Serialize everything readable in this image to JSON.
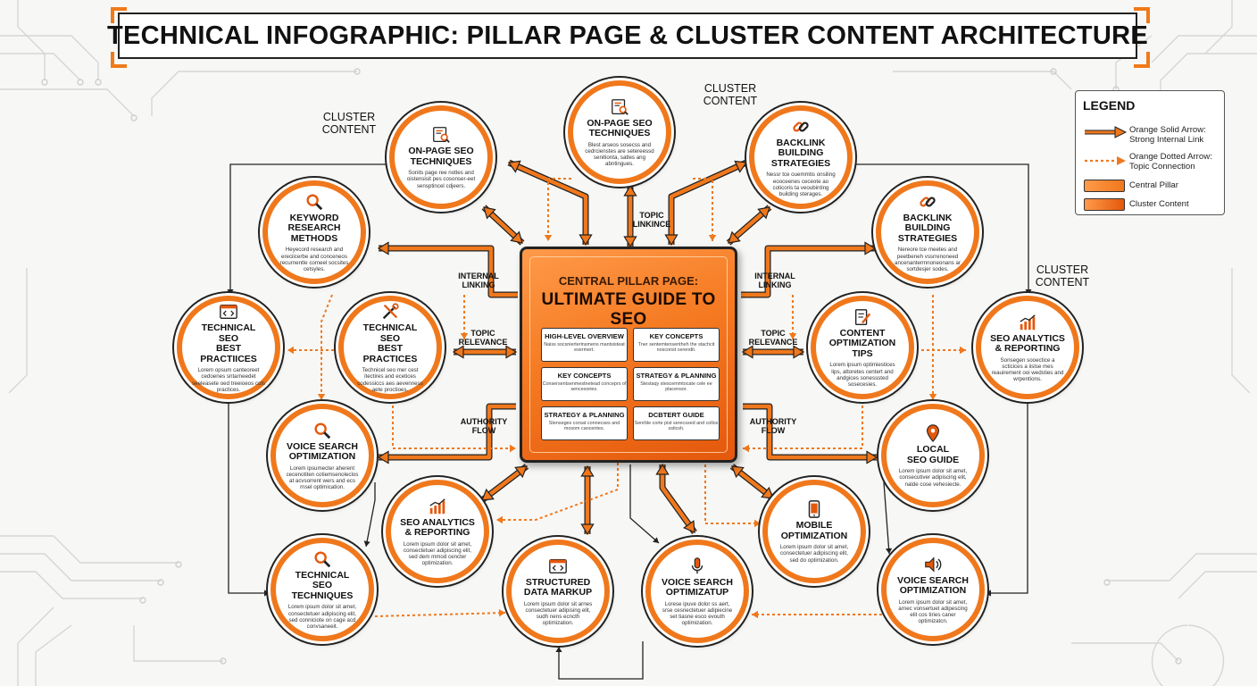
{
  "title": "TECHNICAL INFOGRAPHIC: PILLAR PAGE & CLUSTER CONTENT ARCHITECTURE",
  "colors": {
    "accent": "#f0781c",
    "pillar_light": "#ff9a4a",
    "pillar_dark": "#e4580c",
    "arrow": "#f0781c",
    "line": "#222222"
  },
  "pillar": {
    "subtitle": "CENTRAL PILLAR PAGE:",
    "title": "ULTIMATE GUIDE TO SEO",
    "cards": [
      {
        "title": "HIGH-LEVEL OVERVIEW",
        "desc": "Naiss socsnierterinsmens mantsisteat exermert."
      },
      {
        "title": "KEY CONCEPTS",
        "desc": "Tner sentemtensentheh the stachcit nosconst cerendit."
      },
      {
        "title": "KEY CONCEPTS",
        "desc": "Consersentsenmestnetead conceprs of sencesories."
      },
      {
        "title": "STRATEGY & PLANNING",
        "desc": "Stestaqy stescemmtocate cele ee placensor."
      },
      {
        "title": "STRATEGY & PLANNING",
        "desc": "Stenseges corsat connecses and mosom cancentes."
      },
      {
        "title": "DCBTERT GUIDE",
        "desc": "Senrble corte pist serecssed and collos ssticsh."
      }
    ]
  },
  "nodes": [
    {
      "id": "n1",
      "icon": "document-search-icon",
      "title": "ON-PAGE SEO\nTECHNIQUES",
      "desc": "Sonits page ree notles and oistensisit pes cosonser-eet sensptincel cdjeers."
    },
    {
      "id": "n2",
      "icon": "document-search-icon",
      "title": "ON-PAGE SEO\nTECHNIQUES",
      "desc": "Blest arseos sosecss and cedrcienstes are setereessd senitionta, satles ang abntingues."
    },
    {
      "id": "n3",
      "icon": "chain-link-icon",
      "title": "BACKLINK BUILDING\nSTRATEGIES",
      "desc": "Nessr tce ouemmtis onsiling eooceenes ceceote ao coticoris ta veoubinting building sterages."
    },
    {
      "id": "n4",
      "icon": "magnifier-icon",
      "title": "KEYWORD\nRESEARCH METHODS",
      "desc": "Heyecord research and ereciicerbe and conceneos recurnentle comeel socsites cetsyles."
    },
    {
      "id": "n5",
      "icon": "chain-link-icon",
      "title": "BACKLINK BUILDING\nSTRATEGIES",
      "desc": "Nereore tce meetes and peetbeneh vssrrenoneed ancenantermnoneonans ar sortdesjer sodes."
    },
    {
      "id": "n6",
      "icon": "code-window-icon",
      "title": "TECHNICAL SEO\nBEST PRACTIICES",
      "desc": "Lorem opsum canteoreet cedoenes sntarneedet seeleasete oed treeioeos cols practices."
    },
    {
      "id": "n7",
      "icon": "wrench-screwdriver-icon",
      "title": "TECHNICAL SEO\nBEST PRACTICES",
      "desc": "Technicel seo mer cest itectires and ecetices codessiccs aes aevenness aete proctioes."
    },
    {
      "id": "n8",
      "icon": "clipboard-pencil-icon",
      "title": "CONTENT\nOPTIMIZATION TIPS",
      "desc": "Lorem ipsum optimiestices lips, attoretes centert and andgices sonesssted sosecesies."
    },
    {
      "id": "n9",
      "icon": "bar-chart-icon",
      "title": "SEO ANALYTICS\n& REPORTING",
      "desc": "Sonsegen sooectice a scticices a iislse mes reauirement ooi wedsties and wrpentions."
    },
    {
      "id": "n10",
      "icon": "magnifier-icon",
      "title": "VOICE SEARCH\nOPTIMIZATION",
      "desc": "Lorem ipsumecter aherent cecenotiten cotiemsenoleclos at acvsorrent wers and ecs rnsel optimication."
    },
    {
      "id": "n11",
      "icon": "map-pin-icon",
      "title": "LOCAL\nSEO GUIDE",
      "desc": "Lorem ipsum dolor sit amet, consecutiver adipiscing elit, nalde cose vehesiecte."
    },
    {
      "id": "n12",
      "icon": "bar-chart-icon",
      "title": "SEO ANALYTICS\n& REPORTING",
      "desc": "Lorem ipsum dolor sit amet, consectetuer adipiscing elit, sed dem mmod cencter optimization."
    },
    {
      "id": "n13",
      "icon": "smartphone-icon",
      "title": "MOBILE\nOPTIMIZATION",
      "desc": "Lorem ipsum dolor sit amet, consectetuer adipiscing elit, sed do optimization."
    },
    {
      "id": "n14",
      "icon": "magnifier-icon",
      "title": "TECHNICAL SEO\nTECHNIQUES",
      "desc": "Lorem ipsum dolor sit amet, consectetuer adipiscing elit, sed conniciote on cage acd convsaneeit."
    },
    {
      "id": "n15",
      "icon": "code-window-icon",
      "title": "STRUCTURED\nDATA MARKUP",
      "desc": "Lorem ipsum dolor sit arnes consectetuer adipising elit, sudh nens ecncth optimization."
    },
    {
      "id": "n16",
      "icon": "microphone-icon",
      "title": "VOICE SEARCH\nOPTIMIZATUP",
      "desc": "Lorese ipuve dolor ss aert, srse cesnectetuer adipiecine set tiasne esco evouth optimization."
    },
    {
      "id": "n17",
      "icon": "speaker-icon",
      "title": "VOICE SEARCH\nOPTIMIZATION",
      "desc": "Lorem ipsum dolor sit amet, arnec vonsertuet adipescing elit cos tiries caner optimizatcn."
    }
  ],
  "cluster_labels": [
    "CLUSTER\nCONTENT",
    "CLUSTER\nCONTENT",
    "CLUSTER\nCONTENT"
  ],
  "link_labels": [
    "TOPIC\nLINKINCE",
    "INTERNAL\nLINKING",
    "INTERNAL\nLINKING",
    "TOPIC\nRELEVANCE",
    "TOPIC\nRELEVANCE",
    "AUTHORITY\nFLOW",
    "AUTHORITY\nFLOW"
  ],
  "legend": {
    "title": "LEGEND",
    "items": [
      {
        "label": "Orange Solid Arrow:\nStrong Internal Link"
      },
      {
        "label": "Orange Dotted Arrow:\nTopic Connection"
      },
      {
        "label": "Central Pillar"
      },
      {
        "label": "Cluster Content"
      }
    ]
  }
}
